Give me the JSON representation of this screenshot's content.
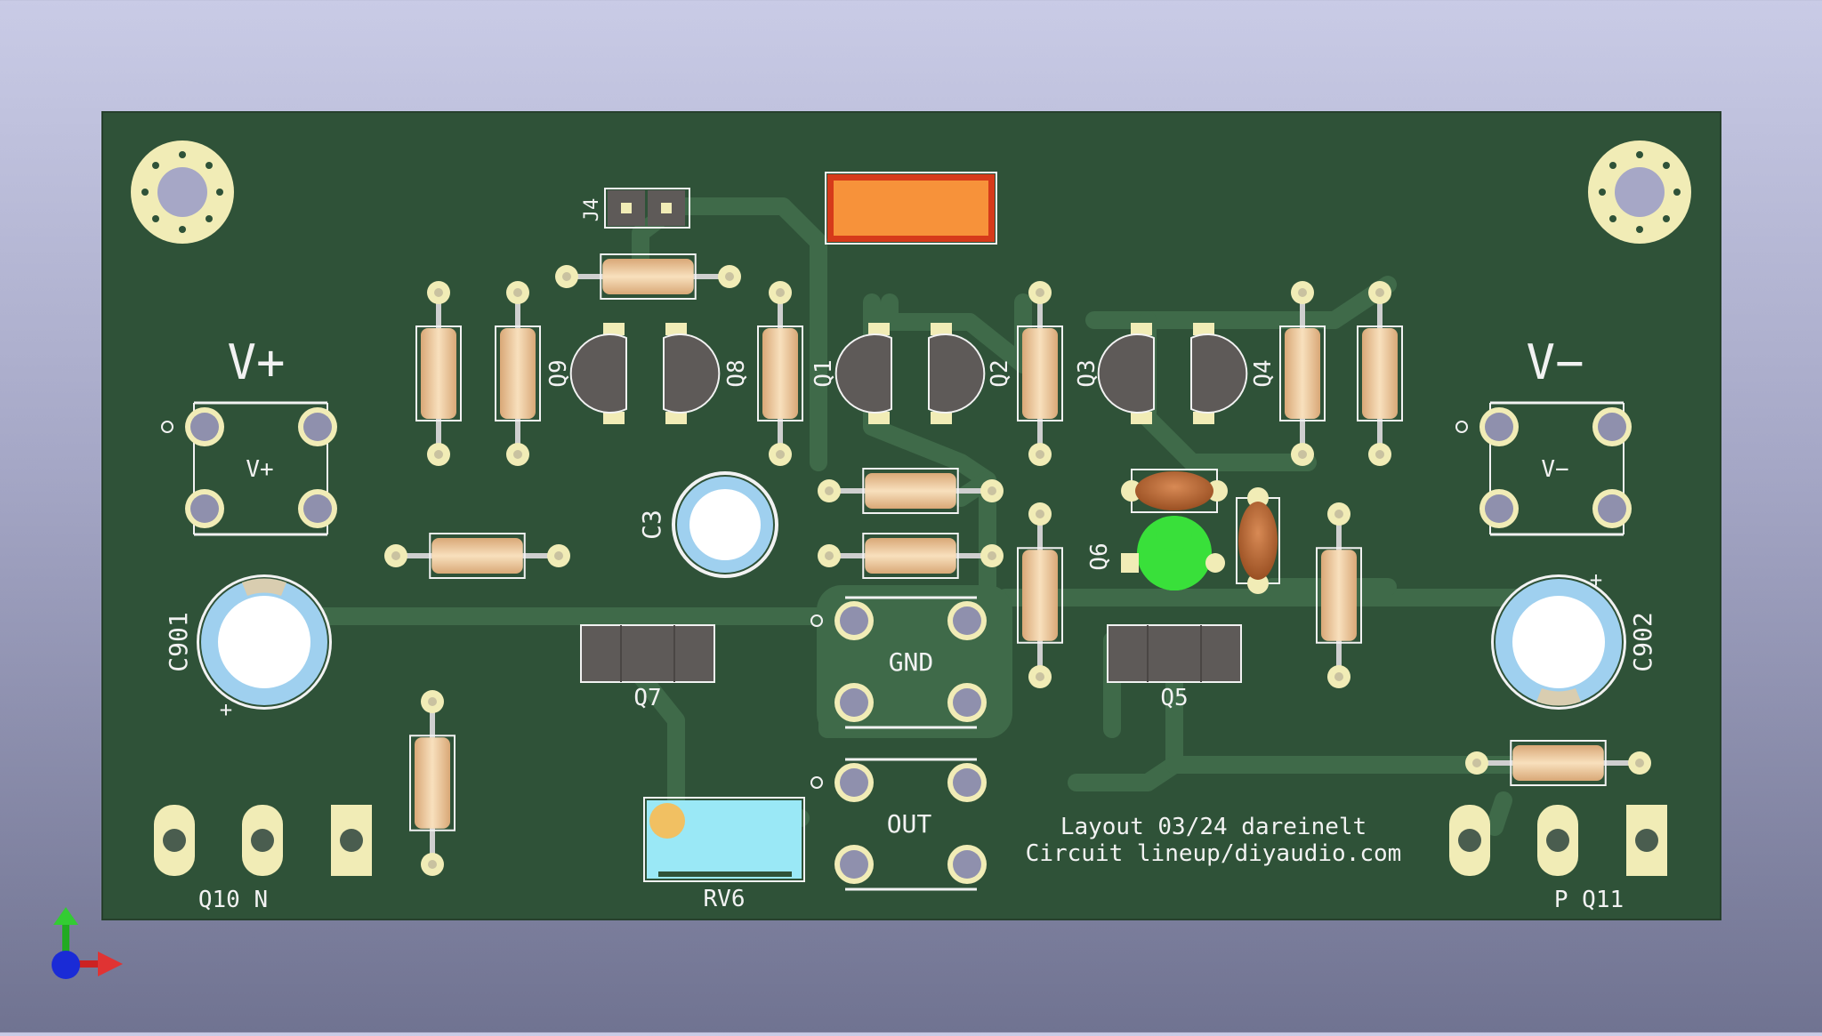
{
  "pcb": {
    "silkscreen": {
      "vplus_big": "V+",
      "vminus_big": "V−",
      "vplus_pad": "V+",
      "vminus_pad": "V−",
      "gnd": "GND",
      "out": "OUT",
      "q10n": "Q10 N",
      "pq11": "P Q11",
      "credit_line1": "Layout 03/24 dareinelt",
      "credit_line2": "Circuit lineup/diyaudio.com",
      "plus_sign": "+"
    },
    "refs": {
      "j4": "J4",
      "q1": "Q1",
      "q2": "Q2",
      "q3": "Q3",
      "q4": "Q4",
      "q5": "Q5",
      "q6": "Q6",
      "q7": "Q7",
      "q8": "Q8",
      "q9": "Q9",
      "c3": "C3",
      "c901": "C901",
      "c902": "C902",
      "rv6": "RV6"
    },
    "colors": {
      "board": "#2f5238",
      "trace": "#3d6647",
      "pad": "#f1ecb6",
      "silk": "#f2f2f2",
      "resistor": "#efc99d",
      "transistor": "#5e5a58",
      "led_green": "#39e03a",
      "cap_brown": "#b86a3a",
      "cap_blue": "#9fd0ef",
      "trimmer": "#9ae8f6",
      "connector_orange": "#f7923a"
    }
  }
}
